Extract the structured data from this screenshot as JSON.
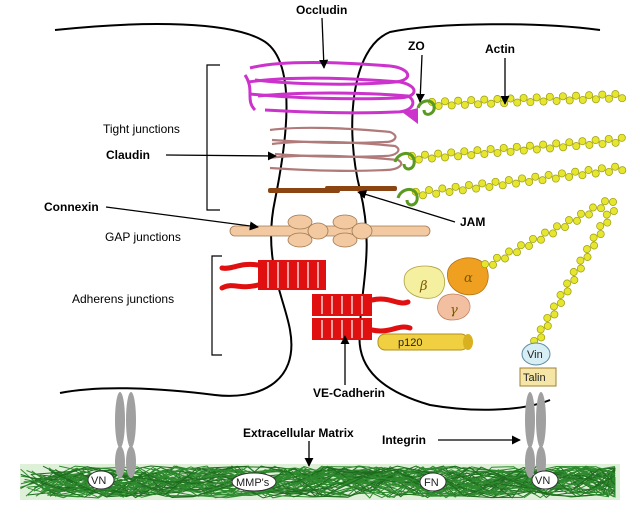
{
  "labels": {
    "occludin": "Occludin",
    "zo": "ZO",
    "actin": "Actin",
    "tight_junctions": "Tight junctions",
    "claudin": "Claudin",
    "connexin": "Connexin",
    "jam": "JAM",
    "gap_junctions": "GAP junctions",
    "adherens_junctions": "Adherens junctions",
    "ve_cadherin": "VE-Cadherin",
    "extracellular_matrix": "Extracellular Matrix",
    "integrin": "Integrin"
  },
  "proteins": {
    "beta": "β",
    "alpha": "α",
    "gamma": "γ",
    "p120": "p120",
    "vin": "Vin",
    "talin": "Talin"
  },
  "matrix_tags": {
    "vn_left": "VN",
    "mmps": "MMP's",
    "fn": "FN",
    "vn_right": "VN"
  },
  "colors": {
    "occludin": "#cc33cc",
    "claudin": "#b07a7a",
    "zo": "#7ab830",
    "actin": "#e6e62e",
    "jam": "#8b4513",
    "connexin": "#f2c9a0",
    "cadherin": "#e01010",
    "beta": "#f5efa0",
    "alpha": "#f0a020",
    "gamma": "#f2c0a0",
    "p120": "#f0d040",
    "matrix": "#2e8b2e",
    "integrin": "#a0a0a0",
    "vin": "#d8eef5",
    "talin": "#f5e6a8"
  }
}
